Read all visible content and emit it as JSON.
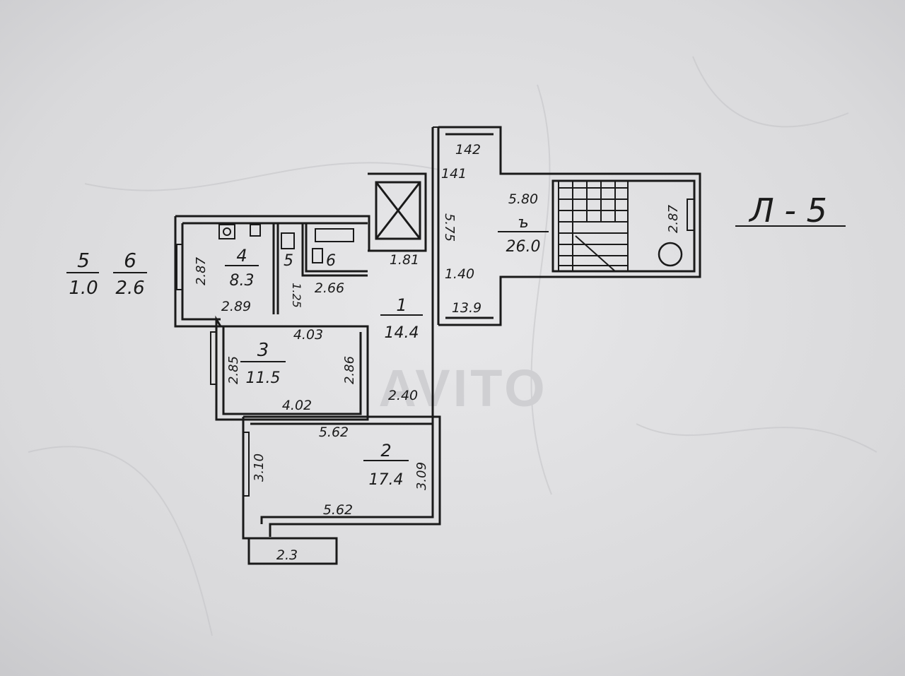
{
  "legend": {
    "item_5": {
      "number": "5",
      "area": "1.0"
    },
    "item_6": {
      "number": "6",
      "area": "2.6"
    }
  },
  "floor_code": "Л - 5",
  "rooms": [
    {
      "id": "stair_hall",
      "number": "ъ",
      "area": "26.0"
    },
    {
      "id": "hall",
      "number": "1",
      "area": "14.4"
    },
    {
      "id": "kitchen",
      "number": "4",
      "area": "8.3"
    },
    {
      "id": "wc",
      "number": "5"
    },
    {
      "id": "bath",
      "number": "6"
    },
    {
      "id": "room3",
      "number": "3",
      "area": "11.5"
    },
    {
      "id": "room2",
      "number": "2",
      "area": "17.4"
    }
  ],
  "dimensions": {
    "top_142": "142",
    "top_141": "141",
    "hall_575": "5.75",
    "stair_580": "5.80",
    "stair_287": "2.87",
    "hall_181": "1.81",
    "hall_140": "1.40",
    "hall_139": "13.9",
    "kitchen_287": "2.87",
    "kitchen_289": "2.89",
    "bath_266": "2.66",
    "wc_125": "1.25",
    "r3_403": "4.03",
    "r3_402": "4.02",
    "r3_285": "2.85",
    "r3_286": "2.86",
    "hall_240": "2.40",
    "r2_562_top": "5.62",
    "r2_562_bottom": "5.62",
    "r2_310": "3.10",
    "r2_309": "3.09",
    "balcony_23": "2.3"
  },
  "watermark": "AVITO"
}
